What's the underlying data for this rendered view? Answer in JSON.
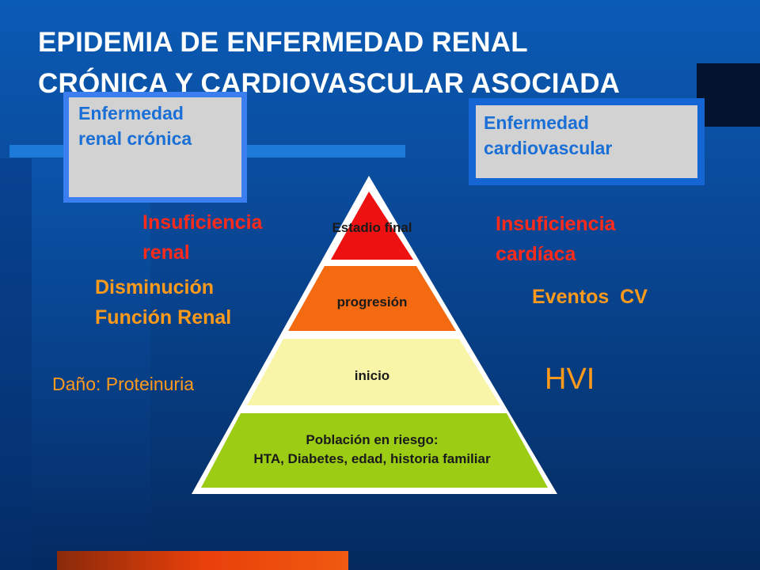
{
  "title": {
    "line1": "EPIDEMIA DE ENFERMEDAD RENAL",
    "line2": "CRÓNICA Y CARDIOVASCULAR ASOCIADA"
  },
  "left_box": {
    "line1": "Enfermedad",
    "line2": "renal crónica"
  },
  "right_box": {
    "line1": "Enfermedad",
    "line2": "cardiovascular"
  },
  "left_labels": {
    "insuficiencia_line1": "Insuficiencia",
    "insuficiencia_line2": "renal",
    "disminucion_line1": "Disminución",
    "disminucion_line2": "Función Renal",
    "dano": "Daño: Proteinuria"
  },
  "right_labels": {
    "insuficiencia_line1": "Insuficiencia",
    "insuficiencia_line2": "cardíaca",
    "eventos": "Eventos  CV",
    "hvi": "HVI"
  },
  "pyramid": {
    "levels": [
      {
        "label": "Estadio final",
        "color": "#ee1111"
      },
      {
        "label": "progresión",
        "color": "#f36a10"
      },
      {
        "label": "inicio",
        "color": "#f8f5a8"
      },
      {
        "label_line1": "Población en riesgo:",
        "label_line2": "HTA, Diabetes, edad, historia familiar",
        "color": "#9ccc14"
      }
    ]
  }
}
